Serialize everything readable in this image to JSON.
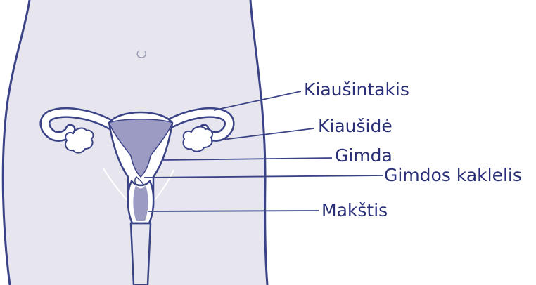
{
  "labels": {
    "fallopian_tube": "Kiaušintakis",
    "ovary": "Kiaušidė",
    "uterus": "Gimda",
    "cervix": "Gimdos kaklelis",
    "vagina": "Makštis"
  },
  "colors": {
    "body_fill": "#e7e6ef",
    "outline": "#3b4387",
    "organ_white": "#ffffff",
    "cavity_fill": "#9c9bc4",
    "label_text": "#2a2f78"
  }
}
